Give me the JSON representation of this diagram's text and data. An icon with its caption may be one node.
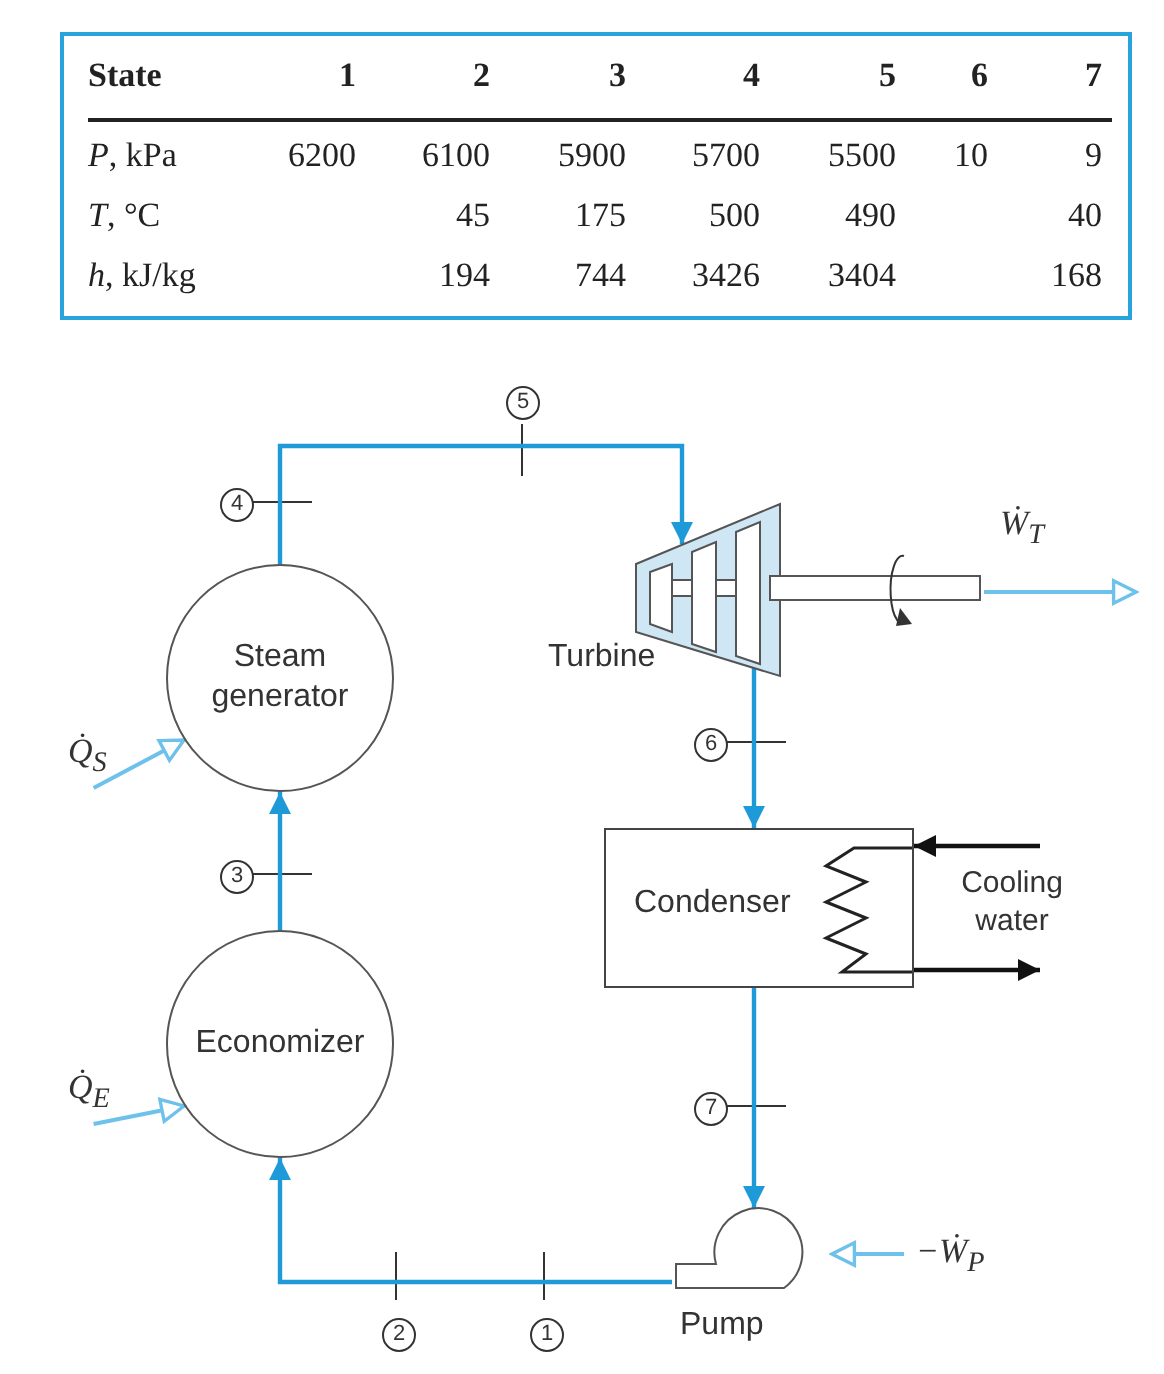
{
  "diagram": {
    "nodes": [
      {
        "text": [
          "Steam generator"
        ]
      },
      {
        "text": [
          "Turbine"
        ]
      },
      {
        "text": [
          "Condenser"
        ]
      },
      {
        "text": [
          "Economizer"
        ]
      },
      {
        "text": [
          "Pump"
        ]
      },
      {
        "text": [
          "Q̇$_{S}$"
        ]
      },
      {
        "text": [
          "Q̇$_{E}$"
        ]
      },
      {
        "text": [
          "Ẇ$_{T}$"
        ]
      },
      {
        "text": [
          "−Ẇ$_{P}$"
        ]
      }
    ],
    "edges": [
      {
        "from": 0,
        "to": 1,
        "arrow": "to"
      },
      {
        "from": 1,
        "to": 2,
        "arrow": "to"
      },
      {
        "from": 2,
        "to": 4,
        "arrow": "to"
      },
      {
        "from": 4,
        "to": 3,
        "arrow": "to"
      },
      {
        "from": 3,
        "to": 0,
        "arrow": "to"
      },
      {
        "from": 5,
        "to": 0,
        "arrow": "to",
        "color": "#6ec1ea"
      },
      {
        "from": 6,
        "to": 3,
        "arrow": "to",
        "color": "#6ec1ea"
      },
      {
        "from": 1,
        "to": 7,
        "arrow": "to",
        "color": "#6ec1ea"
      },
      {
        "from": 8,
        "to": 4,
        "arrow": "to",
        "color": "#6ec1ea"
      },
      {
        "from": null,
        "to": 2,
        "arrow": "to",
        "color": "#111111"
      },
      {
        "from": 2,
        "to": null,
        "arrow": "to",
        "color": "#111111"
      }
    ],
    "labels": [
      "State",
      "1",
      "2",
      "3",
      "4",
      "5",
      "6",
      "7",
      "*P*, kPa",
      "6200",
      "6100",
      "5900",
      "5700",
      "5500",
      "10",
      "9",
      "*T*, °C",
      "45",
      "175",
      "500",
      "490",
      "40",
      "*h*, kJ/kg",
      "194",
      "744",
      "3426",
      "3404",
      "168",
      "5",
      "4",
      "6",
      "3",
      "7",
      "2",
      "1",
      "Cooling water"
    ]
  }
}
